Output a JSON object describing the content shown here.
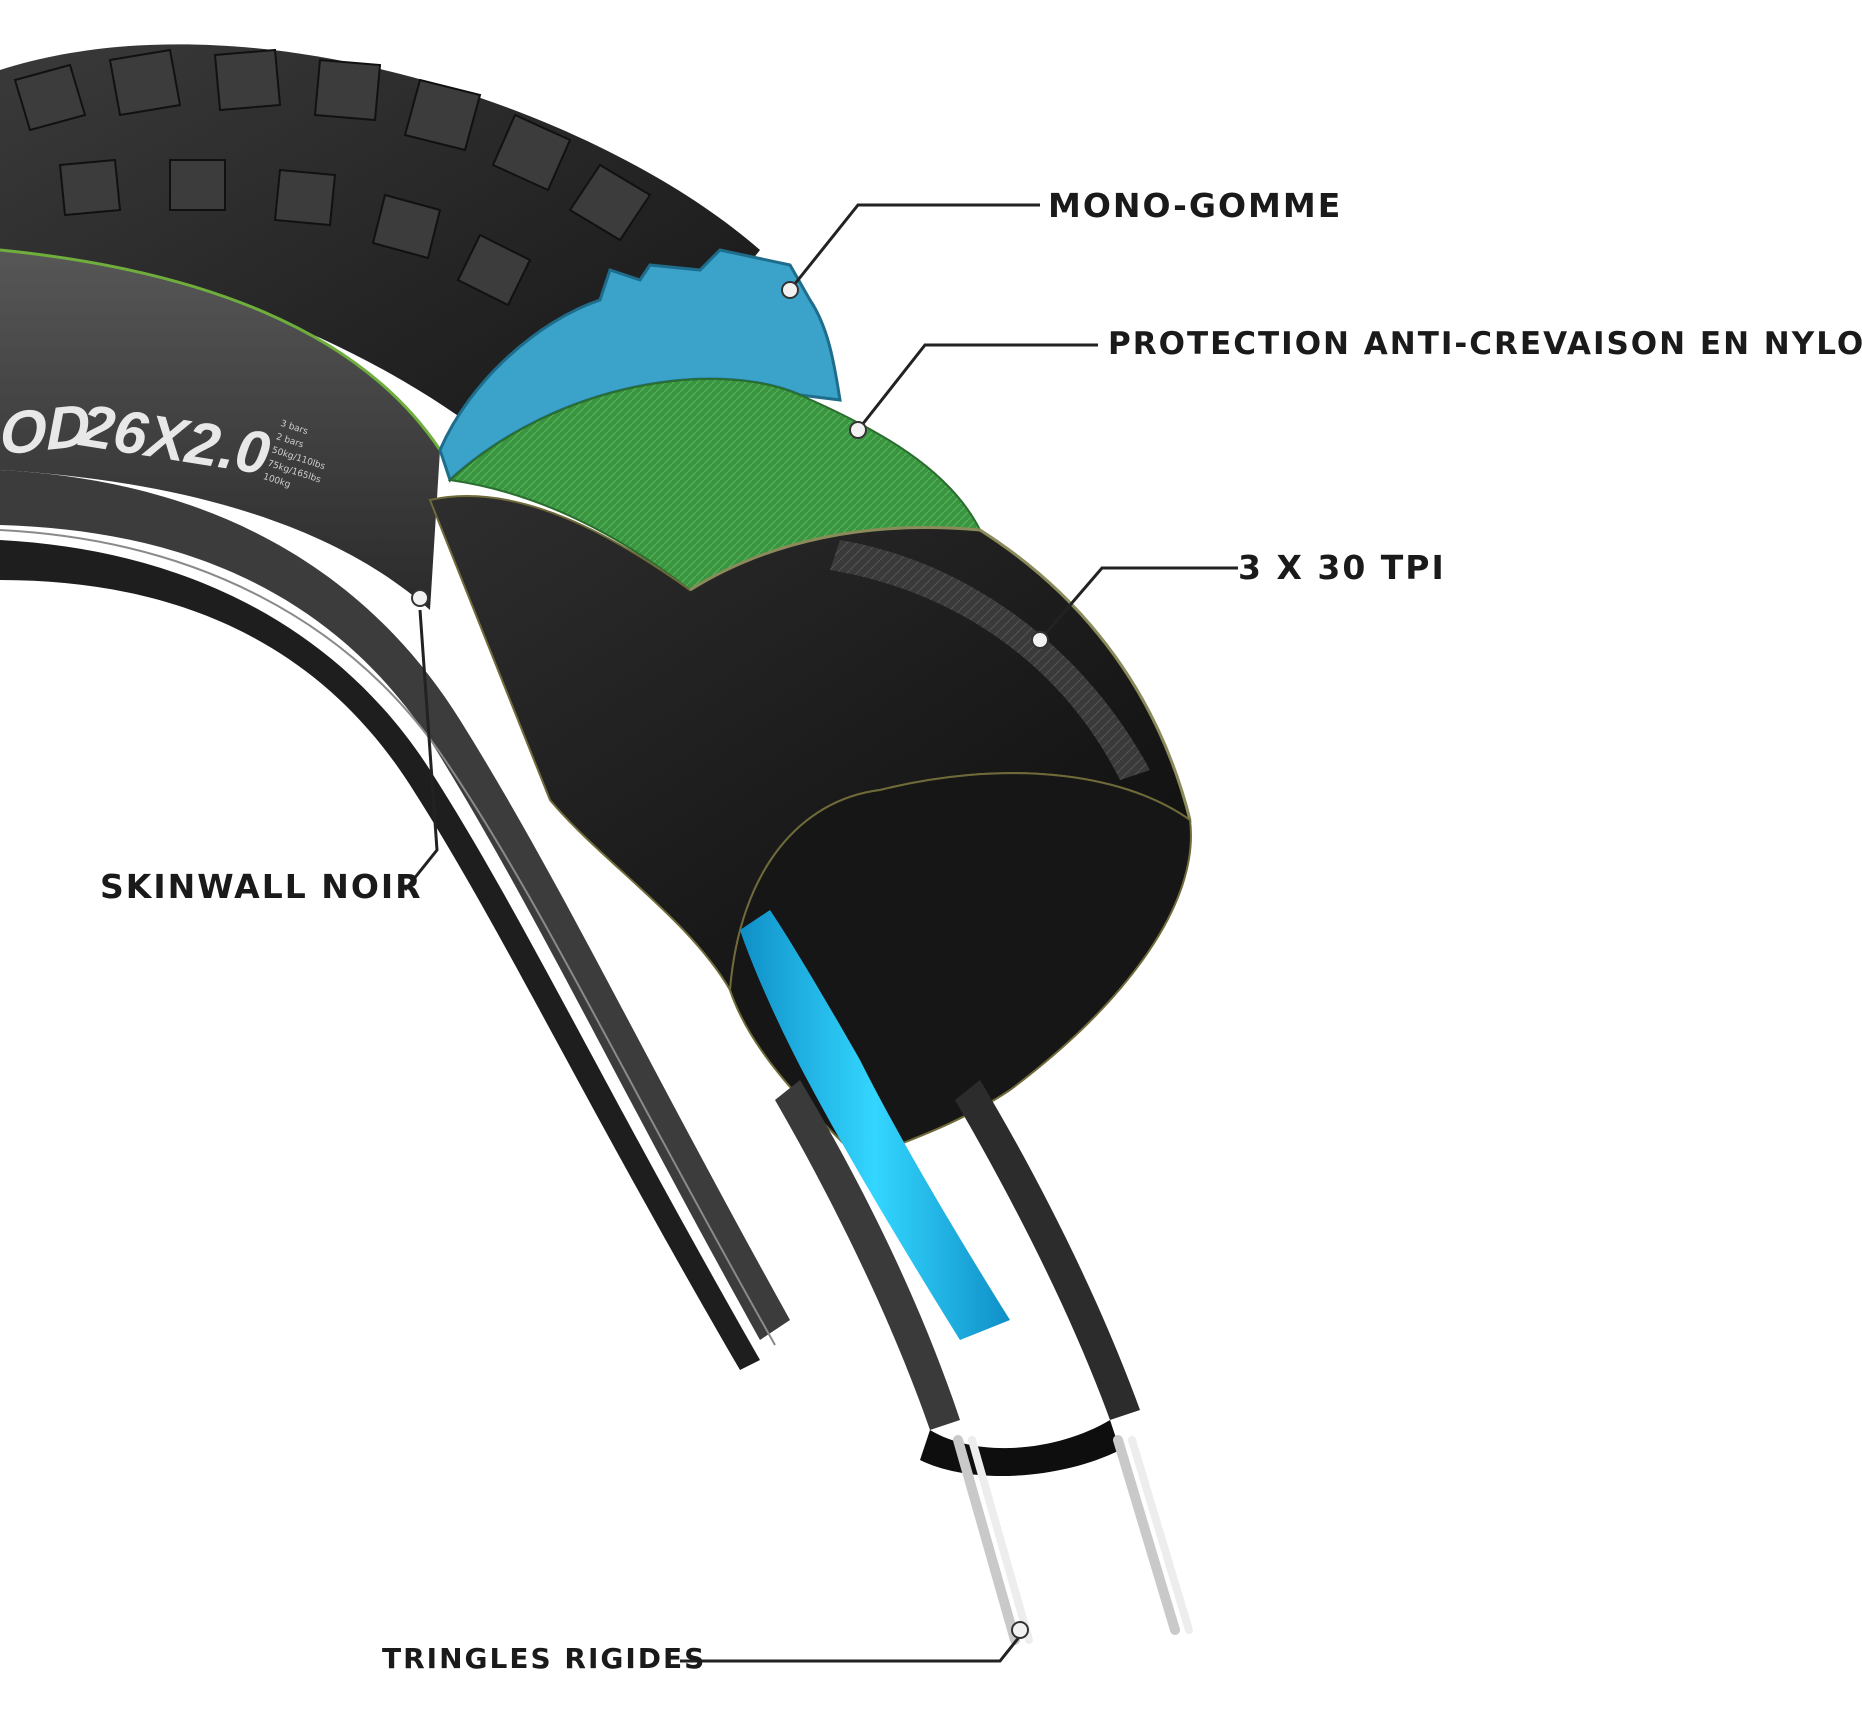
{
  "sidewall": {
    "size_marking": "26X2.0",
    "brand_fragment": "OD",
    "pressure_chart_lines": [
      "3 bars",
      "2 bars",
      "50kg/110lbs",
      "75kg/165lbs",
      "100kg"
    ]
  },
  "labels": {
    "mono_gomme": "MONO-GOMME",
    "protection": "PROTECTION ANTI-CREVAISON EN NYLON",
    "tpi": "3 X 30 TPI",
    "skinwall": "SKINWALL NOIR",
    "tringles": "TRINGLES RIGIDES"
  },
  "colors": {
    "background": "#ffffff",
    "tread_rubber": "#2b2b2b",
    "mono_gomme_layer": "#3ba3c9",
    "nylon_protection": "#3a9440",
    "casing": "#1d1d1d",
    "inner_liner": "#1fc6f0",
    "leader_line": "#222222",
    "marker_dot": "#f2f2f2"
  }
}
